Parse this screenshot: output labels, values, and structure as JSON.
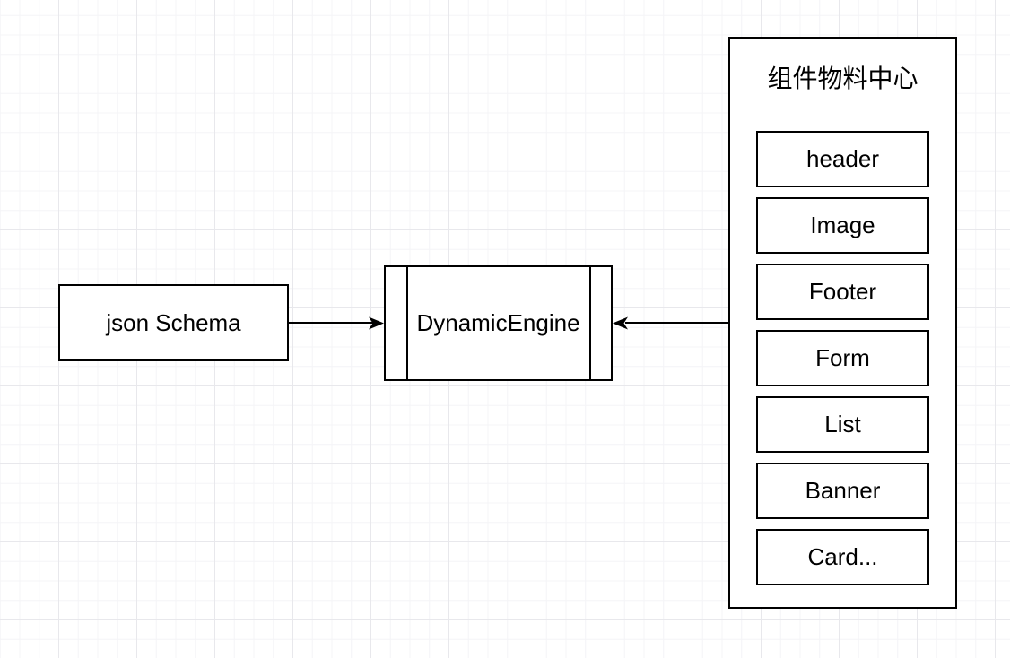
{
  "diagram": {
    "type": "flow-diagram",
    "colors": {
      "canvas_background": "#ffffff",
      "shape_fill": "#ffffff",
      "stroke": "#000000",
      "grid_minor": "#f4f4f7",
      "grid_major": "#e8e8ec"
    },
    "nodes": {
      "json_schema": {
        "label": "json Schema",
        "shape": "rectangle"
      },
      "dynamic_engine": {
        "label": "DynamicEngine",
        "shape": "process"
      },
      "material_center": {
        "title": "组件物料中心",
        "shape": "container",
        "components": [
          "header",
          "Image",
          "Footer",
          "Form",
          "List",
          "Banner",
          "Card..."
        ]
      }
    },
    "edges": [
      {
        "from": "json_schema",
        "to": "dynamic_engine",
        "arrow": "right"
      },
      {
        "from": "material_center",
        "to": "dynamic_engine",
        "arrow": "left"
      }
    ]
  }
}
